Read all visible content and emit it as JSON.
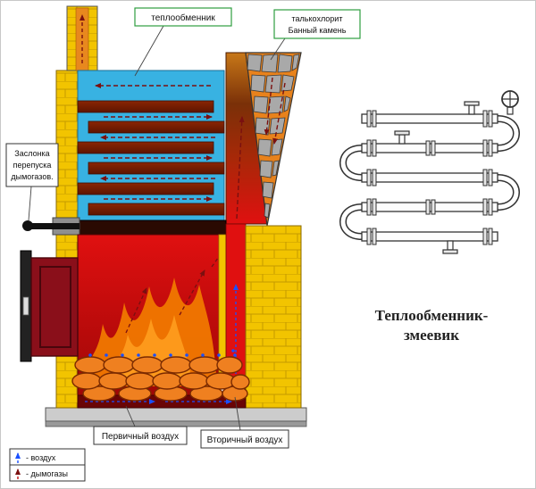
{
  "labels": {
    "heat_exchanger": "теплообменник",
    "stone_line1": "талькохлорит",
    "stone_line2": "Банный камень",
    "damper_line1": "Заслонка",
    "damper_line2": "перепуска",
    "damper_line3": "дымогазов.",
    "primary_air": "Первичный воздух",
    "secondary_air": "Вторичный воздух"
  },
  "legend": {
    "air": "- воздух",
    "flue": "- дымогазы"
  },
  "caption": {
    "line1": "Теплообменник-",
    "line2": "змеевик"
  },
  "colors": {
    "brick_yellow": "#f2c400",
    "brick_line": "#c49a00",
    "exchanger_blue": "#38b2e2",
    "plate_dark_red": "#7a1e00",
    "fire_red": "#d61010",
    "flame_orange": "#f07800",
    "stone_gray": "#a9a9a9",
    "stone_bed_orange": "#e8821c",
    "air_blue": "#1a50ff",
    "flue_arrow_red": "#7a1010",
    "label_border_green": "#2e9e40",
    "base_gray": "#cccccc"
  }
}
